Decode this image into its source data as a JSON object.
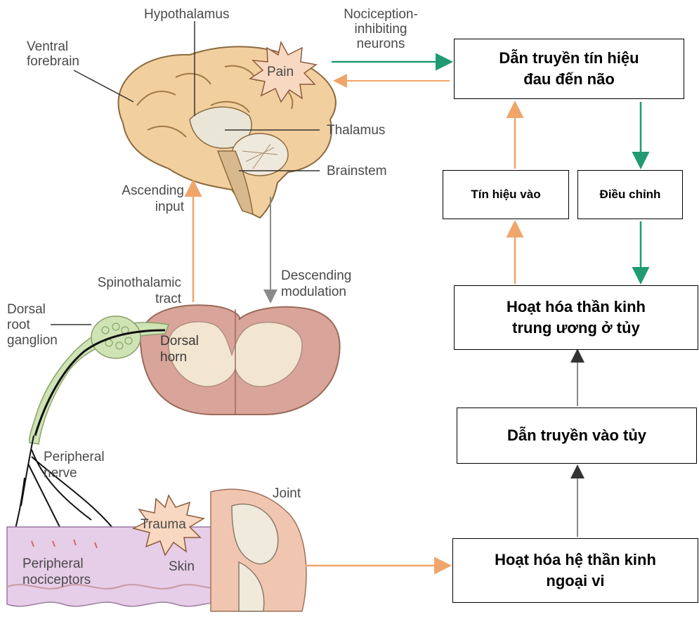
{
  "anatomy": {
    "labels": {
      "hypothalamus": "Hypothalamus",
      "nociception": "Nociception-\ninhibiting\nneurons",
      "ventral_forebrain": "Ventral\nforebrain",
      "pain": "Pain",
      "thalamus": "Thalamus",
      "brainstem": "Brainstem",
      "ascending_input": "Ascending\ninput",
      "spinothalamic_tract": "Spinothalamic\ntract",
      "descending_modulation": "Descending\nmodulation",
      "dorsal_root_ganglion": "Dorsal\nroot\nganglion",
      "dorsal_horn": "Dorsal\nhorn",
      "peripheral_nerve": "Peripheral\nnerve",
      "joint": "Joint",
      "trauma": "Trauma",
      "peripheral_nociceptors": "Peripheral\nnociceptors",
      "skin": "Skin"
    }
  },
  "flow": {
    "box_brain": "Dẫn truyền tín hiệu\nđau đến não",
    "box_signal_in": "Tín hiệu vào",
    "box_regulation": "Điều chỉnh",
    "box_central": "Hoạt hóa thần kinh\ntrung ương ở tủy",
    "box_spinal": "Dẫn truyền vào tủy",
    "box_peripheral": "Hoạt hóa hệ thần kinh\nngoại vi"
  },
  "colors": {
    "orange_arrow": "#f0a56a",
    "green_arrow": "#1f9a73",
    "gray_arrow": "#8a8a8a",
    "brain_fill": "#f2cf9e",
    "cord_fill": "#d9a49a",
    "skin_fill": "#e6cde8"
  }
}
